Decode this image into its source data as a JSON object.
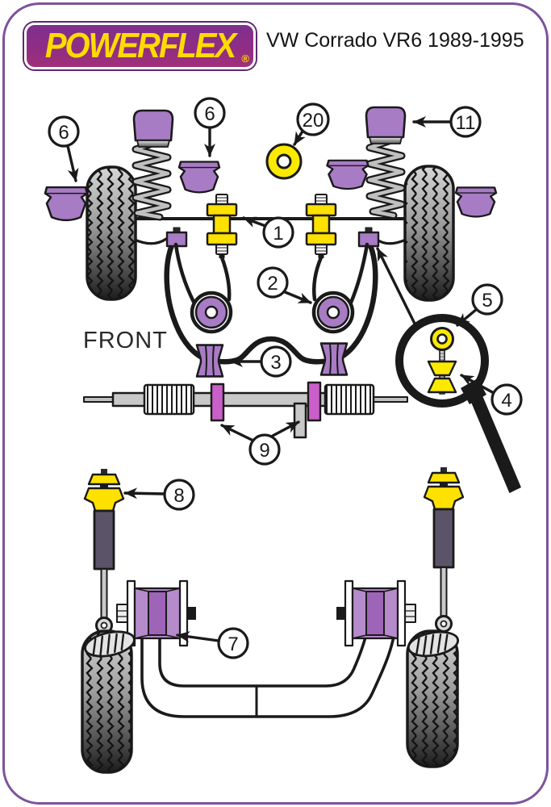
{
  "header": {
    "logo_text": "POWERFLEX",
    "registered_mark": "®",
    "title": "VW Corrado VR6 1989-1995"
  },
  "diagram": {
    "front_label": "FRONT",
    "callouts": {
      "c1": {
        "number": "1",
        "target": "front subframe yellow wishbone mount"
      },
      "c2": {
        "number": "2",
        "target": "front wishbone round purple bush"
      },
      "c3": {
        "number": "3",
        "target": "front anti-roll-bar purple bush"
      },
      "c4": {
        "number": "4",
        "target": "drop-link yellow cone bushes (magnified)"
      },
      "c5": {
        "number": "5",
        "target": "drop-link yellow top washer (magnified)"
      },
      "c6_left": {
        "number": "6",
        "target": "front bump stop (outer)"
      },
      "c6_mid": {
        "number": "6",
        "target": "front bump stop (inner)"
      },
      "c7": {
        "number": "7",
        "target": "rear beam mount purple bush"
      },
      "c8": {
        "number": "8",
        "target": "rear shock yellow top mount"
      },
      "c9": {
        "number": "9",
        "target": "steering rack magenta mounts"
      },
      "c11": {
        "number": "11",
        "target": "front strut purple top mount"
      },
      "c20": {
        "number": "20",
        "target": "yellow washer bush"
      }
    }
  },
  "colors": {
    "page_border": "#7D529E",
    "bush_purple": "#A87BC5",
    "bush_purple_dark": "#9D64B8",
    "clamp_magenta": "#C95FC9",
    "part_yellow": "#FFE100",
    "shock_body_gray": "#5B5468",
    "logo_purple": "#8A2E86",
    "logo_yellow": "#FFDB00",
    "outline_black": "#1A1A1A"
  }
}
